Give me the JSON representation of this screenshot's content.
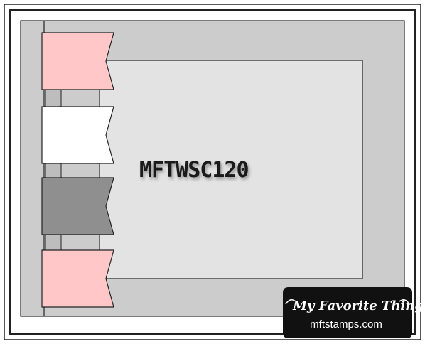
{
  "sketch": {
    "title": "MFTWSC120"
  },
  "logo": {
    "name": "My Favorite Things",
    "url": "mftstamps.com"
  },
  "colors": {
    "outer_background": "#cccccc",
    "panel": "#e3e3e3",
    "strip": "#bdbdbd",
    "banner_pink": "#ffc7c7",
    "banner_white": "#ffffff",
    "banner_gray": "#8f8f8f",
    "logo_bg": "#111111"
  },
  "banners": [
    {
      "color": "pink"
    },
    {
      "color": "white"
    },
    {
      "color": "gray"
    },
    {
      "color": "pink"
    }
  ]
}
